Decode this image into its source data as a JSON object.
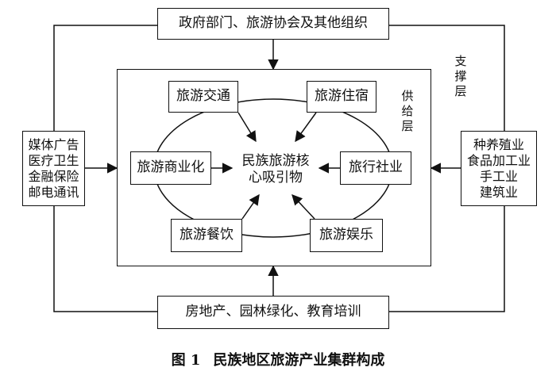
{
  "top_box": "政府部门、旅游协会及其他组织",
  "bottom_box": "房地产、园林绿化、教育培训",
  "left_box": [
    "媒体广告",
    "医疗卫生",
    "金融保险",
    "邮电通讯"
  ],
  "right_box": [
    "种养殖业",
    "食品加工业",
    "手工业",
    "建筑业"
  ],
  "support_label": "支撑层",
  "supply_label": "供给层",
  "core": [
    "民族旅游核",
    "心吸引物"
  ],
  "nodes": {
    "traffic": "旅游交通",
    "lodging": "旅游住宿",
    "commerce": "旅游商业化",
    "agency": "旅行社业",
    "catering": "旅游餐饮",
    "entertainment": "旅游娱乐"
  },
  "caption": {
    "number": "图 1",
    "title": "民族地区旅游产业集群构成"
  }
}
